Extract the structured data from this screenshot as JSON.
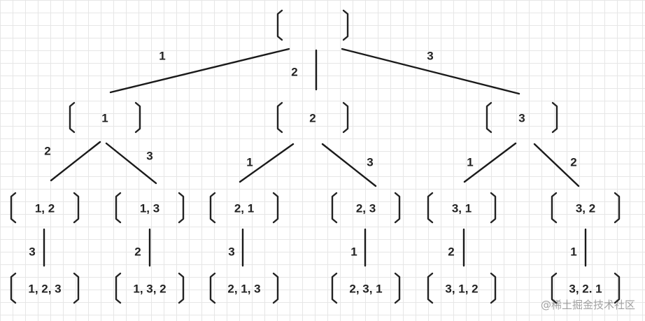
{
  "tree": {
    "root": {
      "label": ""
    },
    "level1": [
      {
        "edge": "1",
        "label": "1"
      },
      {
        "edge": "2",
        "label": "2"
      },
      {
        "edge": "3",
        "label": "3"
      }
    ],
    "level2": [
      {
        "edge": "2",
        "label": "1, 2"
      },
      {
        "edge": "3",
        "label": "1, 3"
      },
      {
        "edge": "1",
        "label": "2, 1"
      },
      {
        "edge": "3",
        "label": "2, 3"
      },
      {
        "edge": "1",
        "label": "3, 1"
      },
      {
        "edge": "2",
        "label": "3, 2"
      }
    ],
    "level3": [
      {
        "edge": "3",
        "label": "1, 2, 3"
      },
      {
        "edge": "2",
        "label": "1, 3, 2"
      },
      {
        "edge": "3",
        "label": "2, 1, 3"
      },
      {
        "edge": "1",
        "label": "2, 3, 1"
      },
      {
        "edge": "2",
        "label": "3, 1, 2"
      },
      {
        "edge": "1",
        "label": "3, 2. 1"
      }
    ]
  },
  "watermark": "@稀土掘金技术社区"
}
